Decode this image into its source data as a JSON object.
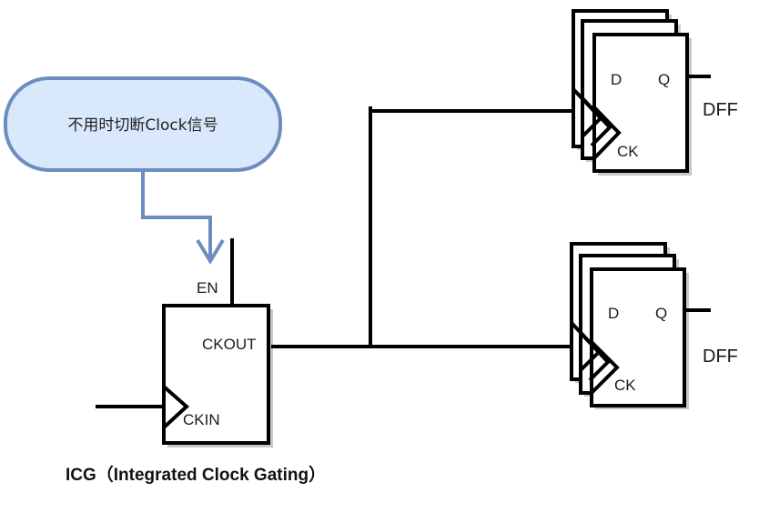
{
  "diagram": {
    "title": "ICG clock gating diagram",
    "colors": {
      "wire": "#000000",
      "callout_fill": "#dae8fc",
      "callout_stroke": "#6c8ebf",
      "shadow": "#c8c8c8",
      "text": "#1a1a1a"
    },
    "callout": {
      "text": "不用时切断Clock信号"
    },
    "icg": {
      "pin_en": "EN",
      "pin_ckout": "CKOUT",
      "pin_ckin": "CKIN",
      "caption": "ICG（Integrated Clock Gating）"
    },
    "dff_groups": [
      {
        "pin_d": "D",
        "pin_q": "Q",
        "pin_ck": "CK",
        "label": "DFF"
      },
      {
        "pin_d": "D",
        "pin_q": "Q",
        "pin_ck": "CK",
        "label": "DFF"
      }
    ]
  }
}
